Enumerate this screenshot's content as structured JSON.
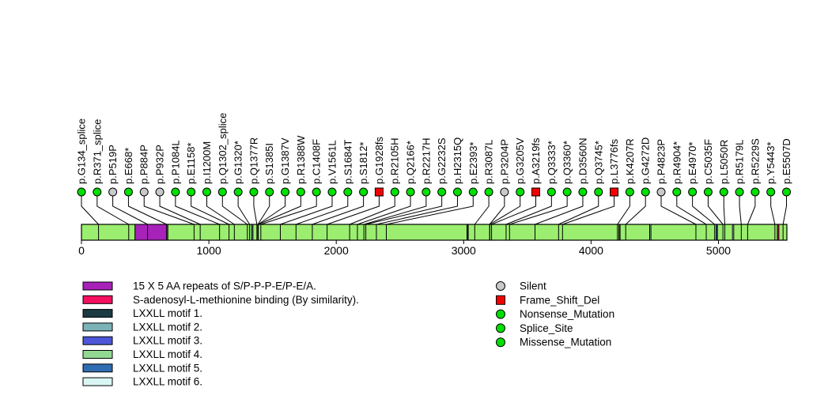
{
  "chart_data": {
    "type": "lollipop",
    "title": "",
    "xlabel": "",
    "protein_length_aa": 5537,
    "xlim": [
      0,
      5537
    ],
    "axis_ticks": [
      0,
      1000,
      2000,
      3000,
      4000,
      5000
    ],
    "gene_body_color": "#9BEE6F",
    "marker_colors": {
      "Silent": "#C9C9C9",
      "Frame_Shift_Del": "#F40000",
      "Nonsense_Mutation": "#00DF00",
      "Splice_Site": "#00DF00",
      "Missense_Mutation": "#00DF00"
    },
    "marker_shapes": {
      "Silent": "circle",
      "Frame_Shift_Del": "square",
      "Nonsense_Mutation": "circle",
      "Splice_Site": "circle",
      "Missense_Mutation": "circle"
    },
    "mutations": [
      {
        "label": "p.G134_splice",
        "pos": 134,
        "type": "Splice_Site"
      },
      {
        "label": "p.R371_splice",
        "pos": 371,
        "type": "Splice_Site"
      },
      {
        "label": "p.P519P",
        "pos": 519,
        "type": "Silent"
      },
      {
        "label": "p.E668*",
        "pos": 668,
        "type": "Nonsense_Mutation"
      },
      {
        "label": "p.P884P",
        "pos": 884,
        "type": "Silent"
      },
      {
        "label": "p.P932P",
        "pos": 932,
        "type": "Silent"
      },
      {
        "label": "p.P1084L",
        "pos": 1084,
        "type": "Missense_Mutation"
      },
      {
        "label": "p.E1158*",
        "pos": 1158,
        "type": "Nonsense_Mutation"
      },
      {
        "label": "p.I1200M",
        "pos": 1200,
        "type": "Missense_Mutation"
      },
      {
        "label": "p.Q1302_splice",
        "pos": 1302,
        "type": "Splice_Site"
      },
      {
        "label": "p.G1320*",
        "pos": 1320,
        "type": "Nonsense_Mutation"
      },
      {
        "label": "p.Q1377R",
        "pos": 1377,
        "type": "Missense_Mutation"
      },
      {
        "label": "p.S1385I",
        "pos": 1385,
        "type": "Missense_Mutation"
      },
      {
        "label": "p.G1387V",
        "pos": 1387,
        "type": "Missense_Mutation"
      },
      {
        "label": "p.R1388W",
        "pos": 1388,
        "type": "Missense_Mutation"
      },
      {
        "label": "p.C1408F",
        "pos": 1408,
        "type": "Missense_Mutation"
      },
      {
        "label": "p.V1561L",
        "pos": 1561,
        "type": "Missense_Mutation"
      },
      {
        "label": "p.S1684T",
        "pos": 1684,
        "type": "Missense_Mutation"
      },
      {
        "label": "p.S1812*",
        "pos": 1812,
        "type": "Nonsense_Mutation"
      },
      {
        "label": "p.G1928fs",
        "pos": 1928,
        "type": "Frame_Shift_Del"
      },
      {
        "label": "p.R2105H",
        "pos": 2105,
        "type": "Missense_Mutation"
      },
      {
        "label": "p.Q2166*",
        "pos": 2166,
        "type": "Nonsense_Mutation"
      },
      {
        "label": "p.R2217H",
        "pos": 2217,
        "type": "Missense_Mutation"
      },
      {
        "label": "p.G2232S",
        "pos": 2232,
        "type": "Missense_Mutation"
      },
      {
        "label": "p.H2315Q",
        "pos": 2315,
        "type": "Missense_Mutation"
      },
      {
        "label": "p.E2393*",
        "pos": 2393,
        "type": "Nonsense_Mutation"
      },
      {
        "label": "p.R3087L",
        "pos": 3087,
        "type": "Missense_Mutation"
      },
      {
        "label": "p.P3204P",
        "pos": 3204,
        "type": "Silent"
      },
      {
        "label": "p.G3205V",
        "pos": 3205,
        "type": "Missense_Mutation"
      },
      {
        "label": "p.A3219fs",
        "pos": 3219,
        "type": "Frame_Shift_Del"
      },
      {
        "label": "p.Q3333*",
        "pos": 3333,
        "type": "Nonsense_Mutation"
      },
      {
        "label": "p.Q3360*",
        "pos": 3360,
        "type": "Nonsense_Mutation"
      },
      {
        "label": "p.D3560N",
        "pos": 3560,
        "type": "Missense_Mutation"
      },
      {
        "label": "p.Q3745*",
        "pos": 3745,
        "type": "Nonsense_Mutation"
      },
      {
        "label": "p.L3776fs",
        "pos": 3776,
        "type": "Frame_Shift_Del"
      },
      {
        "label": "p.K4207R",
        "pos": 4207,
        "type": "Missense_Mutation"
      },
      {
        "label": "p.G4272D",
        "pos": 4272,
        "type": "Missense_Mutation"
      },
      {
        "label": "p.P4823P",
        "pos": 4823,
        "type": "Silent"
      },
      {
        "label": "p.R4904*",
        "pos": 4904,
        "type": "Nonsense_Mutation"
      },
      {
        "label": "p.E4970*",
        "pos": 4970,
        "type": "Nonsense_Mutation"
      },
      {
        "label": "p.C5035F",
        "pos": 5035,
        "type": "Missense_Mutation"
      },
      {
        "label": "p.L5050R",
        "pos": 5050,
        "type": "Missense_Mutation"
      },
      {
        "label": "p.R5179L",
        "pos": 5179,
        "type": "Missense_Mutation"
      },
      {
        "label": "p.R5229S",
        "pos": 5229,
        "type": "Missense_Mutation"
      },
      {
        "label": "p.Y5443*",
        "pos": 5443,
        "type": "Nonsense_Mutation"
      },
      {
        "label": "p.E5507D",
        "pos": 5507,
        "type": "Missense_Mutation"
      }
    ],
    "domains": [
      {
        "name": "15 X 5 AA repeats of S/P-P-P-E/P-E/A.",
        "color": "#A622B8",
        "start": 420,
        "end": 678
      },
      {
        "name": "S-adenosyl-L-methionine binding (By similarity).",
        "color": "#F5105F",
        "start": 5462,
        "end": 5474
      },
      {
        "name": "LXXLL motif 1.",
        "color": "#1B3A42",
        "start": 3026,
        "end": 3034
      },
      {
        "name": "LXXLL motif 2.",
        "color": "#7AB2B8",
        "start": 1336,
        "end": 1344
      },
      {
        "name": "LXXLL motif 3.",
        "color": "#4D55D8",
        "start": 4218,
        "end": 4226
      },
      {
        "name": "LXXLL motif 4.",
        "color": "#92D892",
        "start": 4460,
        "end": 4468
      },
      {
        "name": "LXXLL motif 5.",
        "color": "#2F6DB3",
        "start": 4982,
        "end": 4990
      },
      {
        "name": "LXXLL motif 6.",
        "color": "#D9F6F3",
        "start": 5110,
        "end": 5118
      }
    ],
    "legend_left": [
      {
        "label": "15 X 5 AA repeats of S/P-P-P-E/P-E/A.",
        "color": "#A622B8"
      },
      {
        "label": "S-adenosyl-L-methionine binding (By similarity).",
        "color": "#F5105F"
      },
      {
        "label": "LXXLL motif 1.",
        "color": "#1B3A42"
      },
      {
        "label": "LXXLL motif 2.",
        "color": "#7AB2B8"
      },
      {
        "label": "LXXLL motif 3.",
        "color": "#4D55D8"
      },
      {
        "label": "LXXLL motif 4.",
        "color": "#92D892"
      },
      {
        "label": "LXXLL motif 5.",
        "color": "#2F6DB3"
      },
      {
        "label": "LXXLL motif 6.",
        "color": "#D9F6F3"
      }
    ],
    "legend_right": [
      {
        "label": "Silent",
        "color": "#C9C9C9",
        "shape": "circle"
      },
      {
        "label": "Frame_Shift_Del",
        "color": "#F40000",
        "shape": "square"
      },
      {
        "label": "Nonsense_Mutation",
        "color": "#00DF00",
        "shape": "circle"
      },
      {
        "label": "Splice_Site",
        "color": "#00DF00",
        "shape": "circle"
      },
      {
        "label": "Missense_Mutation",
        "color": "#00DF00",
        "shape": "circle"
      }
    ]
  }
}
